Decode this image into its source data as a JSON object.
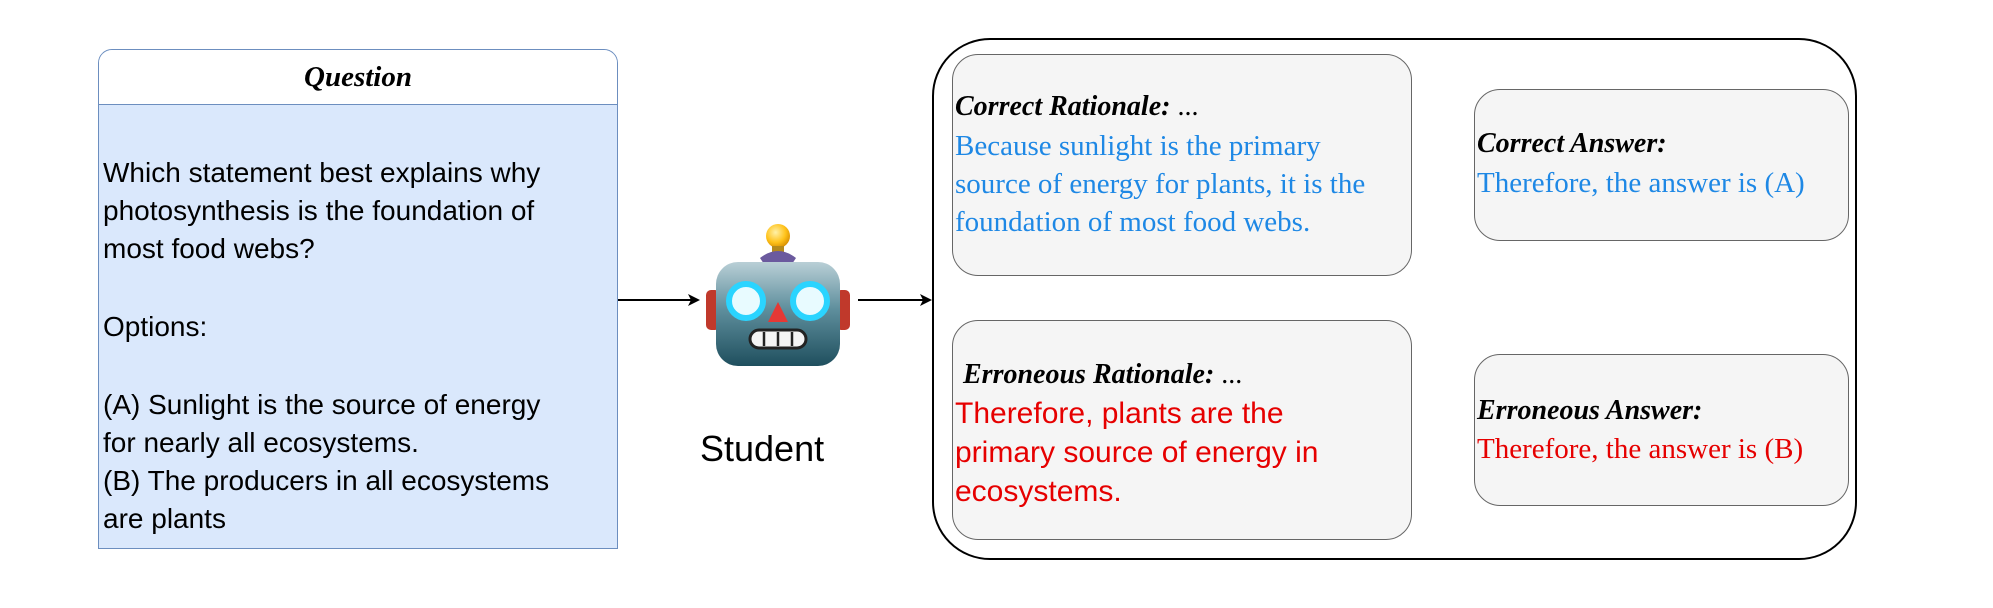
{
  "question": {
    "title": "Question",
    "lines": [
      "Which statement best explains why",
      "photosynthesis is the foundation of",
      "most food webs?",
      "Options:",
      "(A) Sunlight is the source of energy",
      "for nearly all ecosystems.",
      "(B) The producers in all ecosystems",
      "are plants"
    ]
  },
  "student": {
    "label": "Student",
    "icon": "robot-icon"
  },
  "correct_rationale": {
    "heading": "Correct Rationale:",
    "ellipsis": "...",
    "lines": [
      "Because sunlight is the primary",
      "source of energy for plants, it is the",
      "foundation of most food webs."
    ]
  },
  "erroneous_rationale": {
    "heading": "Erroneous Rationale:",
    "ellipsis": "...",
    "lines": [
      "Therefore, plants are the",
      "primary source of energy in",
      "ecosystems."
    ]
  },
  "correct_answer": {
    "heading": "Correct Answer:",
    "text": "Therefore, the answer is (A)"
  },
  "erroneous_answer": {
    "heading": "Erroneous Answer:",
    "text": "Therefore, the answer is (B)"
  },
  "colors": {
    "question_fill": "#dae8fc",
    "question_border": "#6c8ebf",
    "correct_text": "#1e88e5",
    "erroneous_text": "#e60000",
    "box_fill": "#f5f5f5"
  }
}
